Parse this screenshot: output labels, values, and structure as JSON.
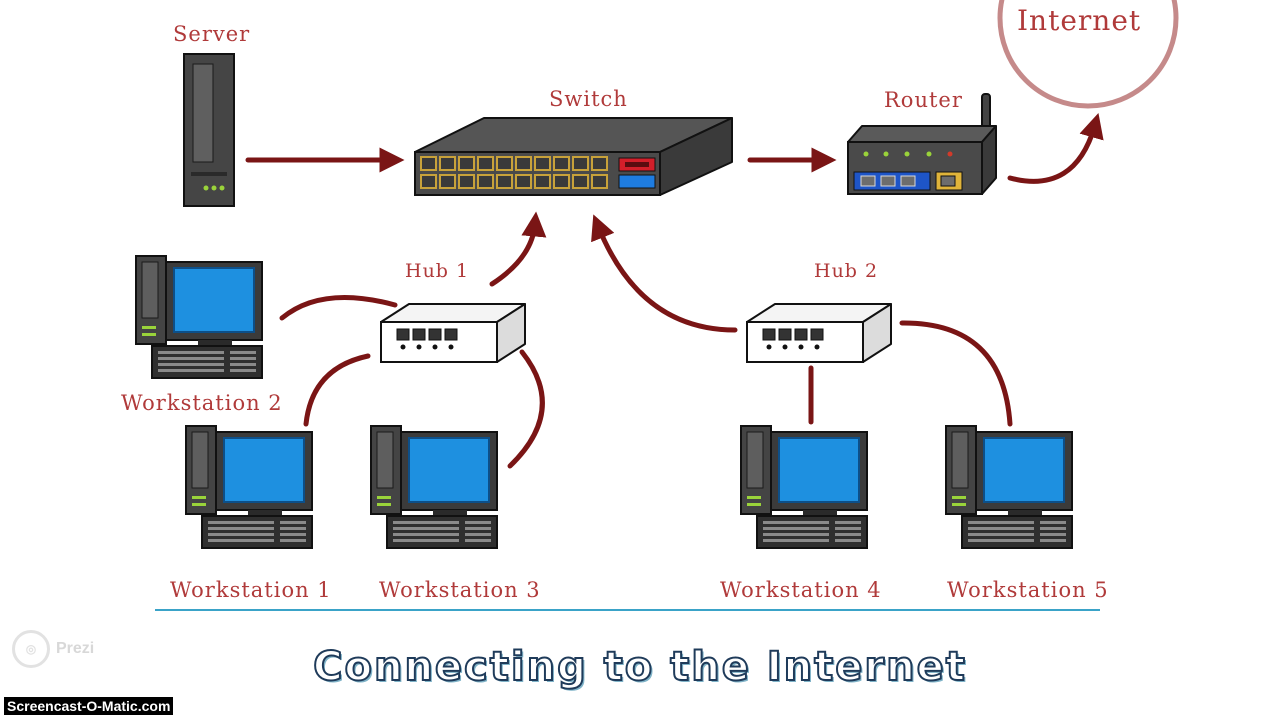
{
  "diagram": {
    "labels": {
      "server": "Server",
      "switch": "Switch",
      "router": "Router",
      "internet": "Internet",
      "hub1": "Hub 1",
      "hub2": "Hub 2",
      "ws1": "Workstation 1",
      "ws2": "Workstation 2",
      "ws3": "Workstation 3",
      "ws4": "Workstation 4",
      "ws5": "Workstation 5"
    },
    "title": "Connecting to the Internet"
  },
  "branding": {
    "prezi": "Prezi",
    "watermark": "Screencast-O-Matic.com"
  },
  "colors": {
    "connector": "#7a1515",
    "label": "#b03a3a",
    "screen": "#1e90e0",
    "title_outline": "#1f3b5a",
    "divider": "#3aa3c8"
  }
}
